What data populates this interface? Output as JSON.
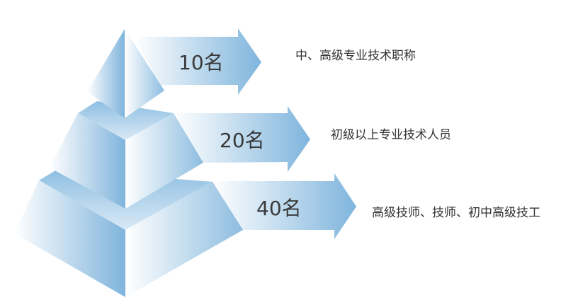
{
  "tiers": [
    {
      "count": "10名",
      "description": "中、高级专业技术职称"
    },
    {
      "count": "20名",
      "description": "初级以上专业技术人员"
    },
    {
      "count": "40名",
      "description": "高级技师、技师、初中高级技工"
    }
  ],
  "colors": {
    "light": "#ffffff",
    "mid": "#b9d6ec",
    "dark": "#6fa9d6"
  }
}
